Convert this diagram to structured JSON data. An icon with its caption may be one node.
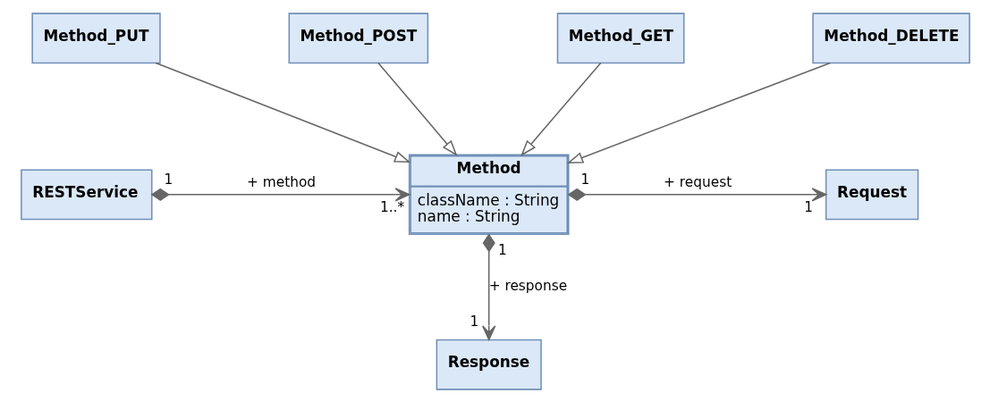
{
  "diagram": {
    "nodes": [
      {
        "text": [
          "Method_PUT"
        ]
      },
      {
        "text": [
          "Method_POST"
        ]
      },
      {
        "text": [
          "Method_GET"
        ]
      },
      {
        "text": [
          "Method_DELETE"
        ]
      },
      {
        "text": [
          "Method",
          "className : String",
          "name : String"
        ]
      },
      {
        "text": [
          "RESTService"
        ]
      },
      {
        "text": [
          "Request"
        ]
      },
      {
        "text": [
          "Response"
        ]
      }
    ],
    "edges": [
      {
        "from": 0,
        "to": 4,
        "arrow": "to"
      },
      {
        "from": 1,
        "to": 4,
        "arrow": "to"
      },
      {
        "from": 2,
        "to": 4,
        "arrow": "to"
      },
      {
        "from": 3,
        "to": 4,
        "arrow": "to"
      },
      {
        "from": 5,
        "to": 4,
        "arrow": "to",
        "label": "+ method"
      },
      {
        "from": 4,
        "to": 6,
        "arrow": "to",
        "label": "+ request"
      },
      {
        "from": 4,
        "to": 7,
        "arrow": "to",
        "label": "+ response"
      }
    ],
    "labels": [
      "1",
      "1..*",
      "1",
      "1",
      "1",
      "1"
    ]
  }
}
